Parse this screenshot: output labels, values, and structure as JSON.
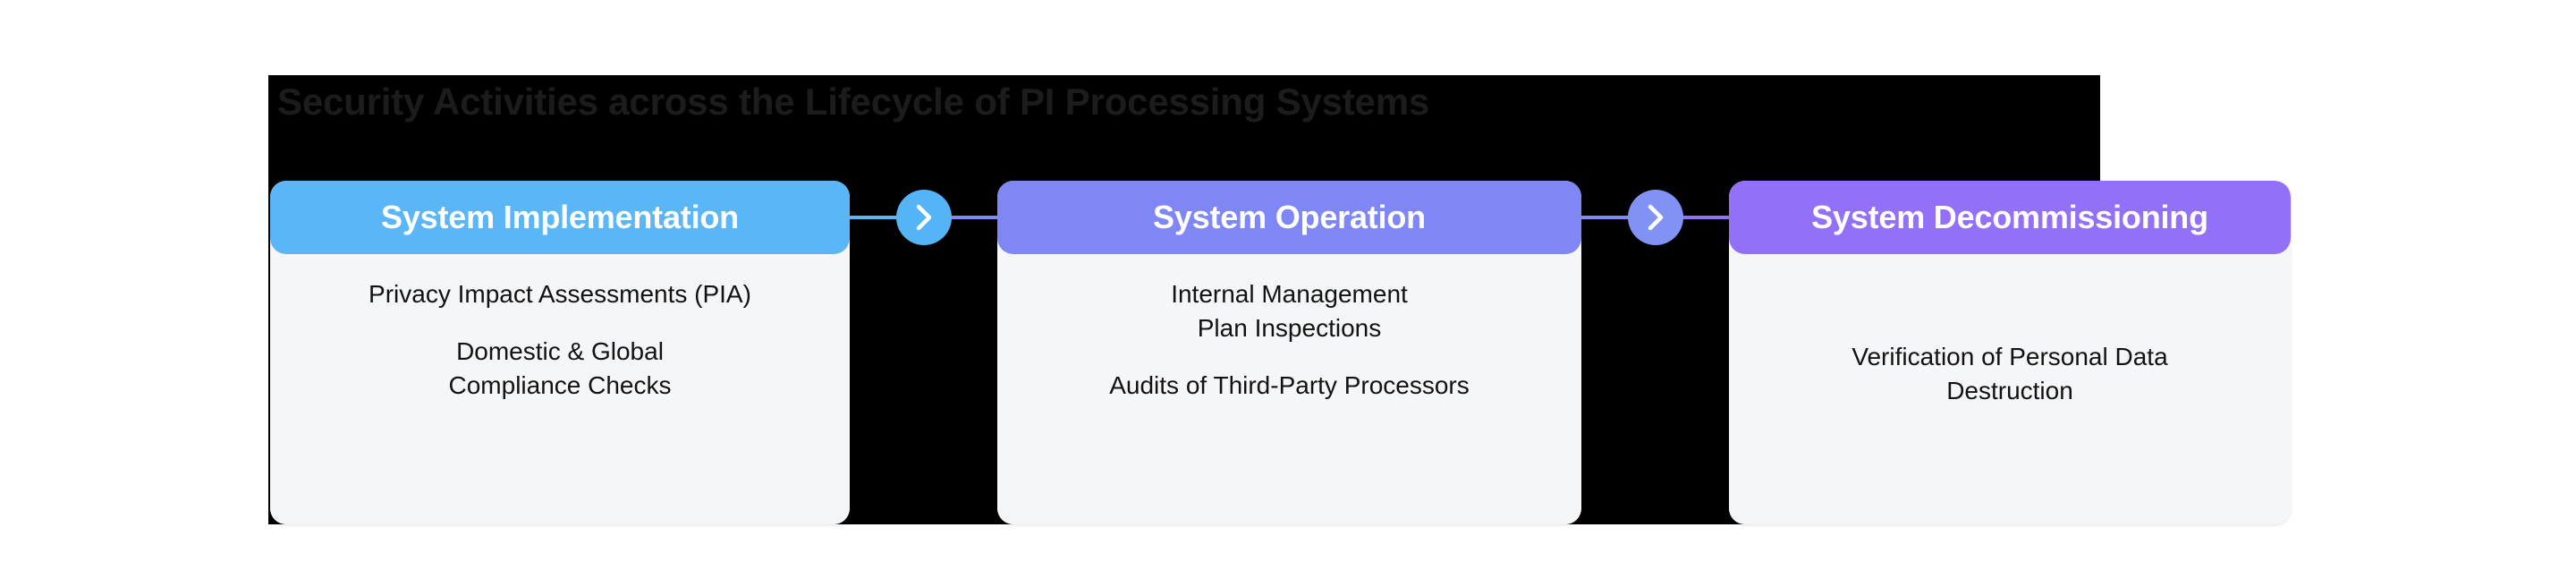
{
  "diagram": {
    "title": "Security Activities across the Lifecycle of PI Processing Systems",
    "backdrop_color": "#000000",
    "title_color": "#1c1c1c",
    "stages": [
      {
        "label": "System Implementation",
        "header_color": "#5AB6F7",
        "body_color": "#F5F6F8",
        "activities": [
          "Privacy Impact Assessments (PIA)",
          "Domestic & Global\nCompliance Checks"
        ],
        "activity_lines": [
          [
            "Privacy Impact Assessments (PIA)"
          ],
          [
            "Domestic & Global",
            "Compliance Checks"
          ]
        ]
      },
      {
        "label": "System Operation",
        "header_color": "#7F87F7",
        "body_color": "#F5F6F8",
        "activities": [
          "Internal Management\nPlan Inspections",
          "Audits of Third-Party Processors"
        ],
        "activity_lines": [
          [
            "Internal Management",
            "Plan Inspections"
          ],
          [
            "Audits of Third-Party Processors"
          ]
        ]
      },
      {
        "label": "System Decommissioning",
        "header_color": "#9370F8",
        "body_color": "#F5F6F8",
        "activities": [
          "Verification of Personal Data\nDestruction"
        ],
        "activity_lines": [
          [
            "Verification of Personal Data",
            "Destruction"
          ]
        ]
      }
    ],
    "connectors": [
      {
        "icon": "chevron-right-icon",
        "circle_color": "#55B4F5",
        "from": "System Implementation",
        "to": "System Operation"
      },
      {
        "icon": "chevron-right-icon",
        "circle_color": "#8093F5",
        "from": "System Operation",
        "to": "System Decommissioning"
      }
    ]
  }
}
